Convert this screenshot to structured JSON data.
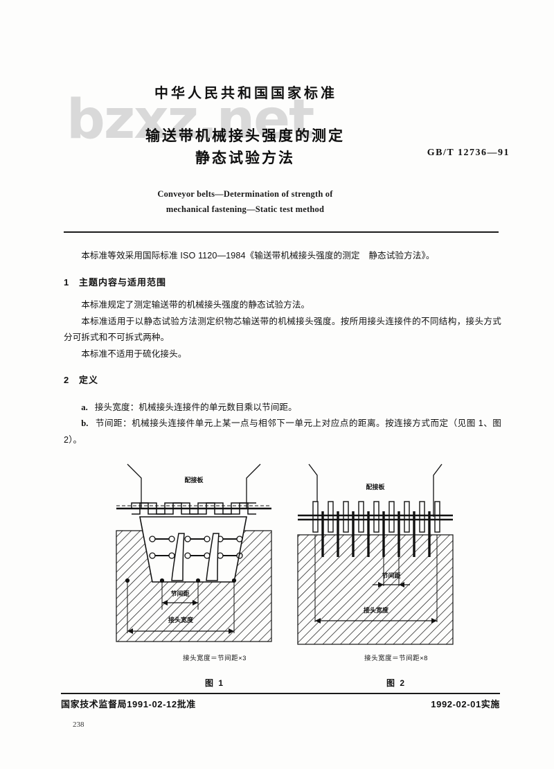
{
  "watermark": "bzxz.net",
  "header": {
    "national_standard": "中华人民共和国国家标准",
    "title_line1": "输送带机械接头强度的测定",
    "title_line2": "静态试验方法",
    "standard_number": "GB/T 12736—91",
    "english_line1": "Conveyor belts—Determination of strength of",
    "english_line2": "mechanical fastening—Static test method"
  },
  "body": {
    "adoption_note": "本标准等效采用国际标准 ISO 1120—1984《输送带机械接头强度的测定　静态试验方法》。",
    "section1": {
      "number": "1",
      "heading": "主题内容与适用范围",
      "p1": "本标准规定了测定输送带的机械接头强度的静态试验方法。",
      "p2": "本标准适用于以静态试验方法测定织物芯输送带的机械接头强度。按所用接头连接件的不同结构，接头方式分可拆式和不可拆式两种。",
      "p3": "本标准不适用于硫化接头。"
    },
    "section2": {
      "number": "2",
      "heading": "定义",
      "item_a_label": "a.",
      "item_a_text": "接头宽度：机械接头连接件的单元数目乘以节间距。",
      "item_b_label": "b.",
      "item_b_text": "节间距：机械接头连接件单元上某一点与相邻下一单元上对应点的距离。按连接方式而定（见图 1、图 2）。"
    }
  },
  "figures": [
    {
      "caption": "图 1",
      "equation": "接头宽度＝节间距×3",
      "plate_label": "配接板",
      "pitch_label": "节间距",
      "width_label": "接头宽度"
    },
    {
      "caption": "图 2",
      "equation": "接头宽度＝节间距×8",
      "plate_label": "配接板",
      "pitch_label": "节间距",
      "width_label": "接头宽度"
    }
  ],
  "footer": {
    "approval": "国家技术监督局1991-02-12批准",
    "implementation": "1992-02-01实施",
    "page_number": "238"
  }
}
